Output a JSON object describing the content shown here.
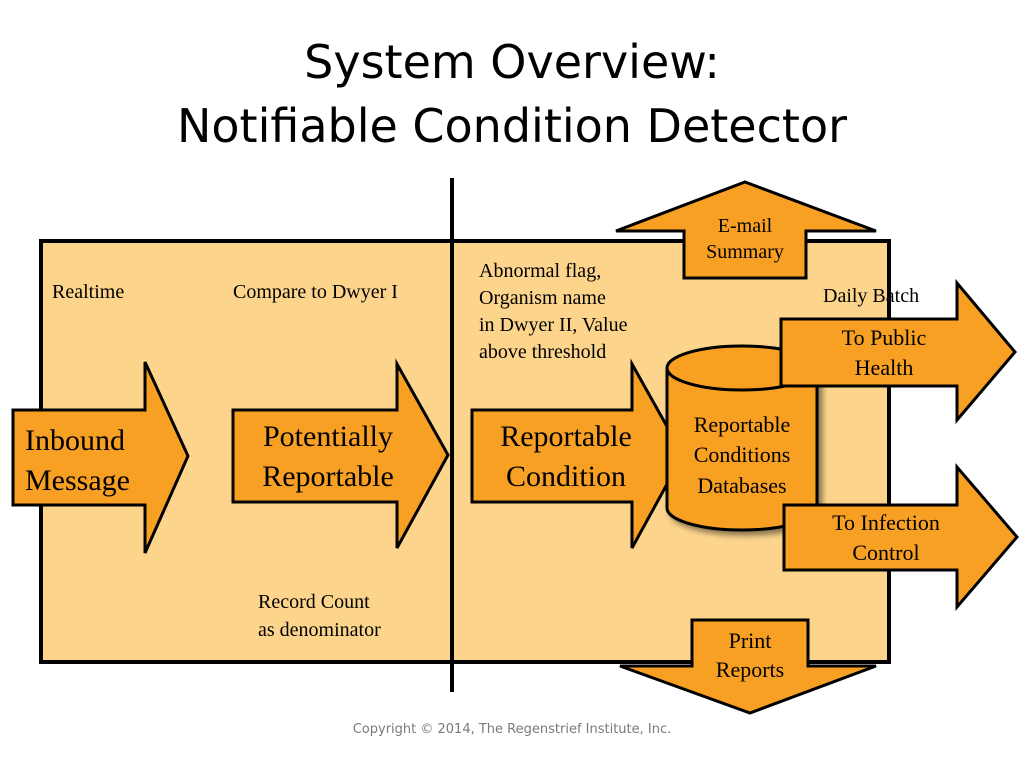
{
  "title": {
    "line1": "System Overview:",
    "line2": "Notifiable Condition Detector"
  },
  "labels": {
    "realtime": "Realtime",
    "compare": "Compare to Dwyer I",
    "criteria": [
      "Abnormal flag,",
      "Organism name",
      "in Dwyer II, Value",
      "above threshold"
    ],
    "daily_batch": "Daily Batch",
    "record_count": [
      "Record Count",
      "as denominator"
    ]
  },
  "arrows": {
    "inbound": [
      "Inbound",
      "Message"
    ],
    "potentially": [
      "Potentially",
      "Reportable"
    ],
    "reportable": [
      "Reportable",
      "Condition"
    ],
    "email": [
      "E-mail",
      "Summary"
    ],
    "public_health": [
      "To Public",
      "Health"
    ],
    "infection": [
      "To Infection",
      "Control"
    ],
    "print": [
      "Print",
      "Reports"
    ]
  },
  "database": [
    "Reportable",
    "Conditions",
    "Databases"
  ],
  "copyright": "Copyright © 2014, The Regenstrief Institute, Inc.",
  "colors": {
    "panel": "#fcd48c",
    "arrow": "#f7a023",
    "stroke": "#000000"
  }
}
